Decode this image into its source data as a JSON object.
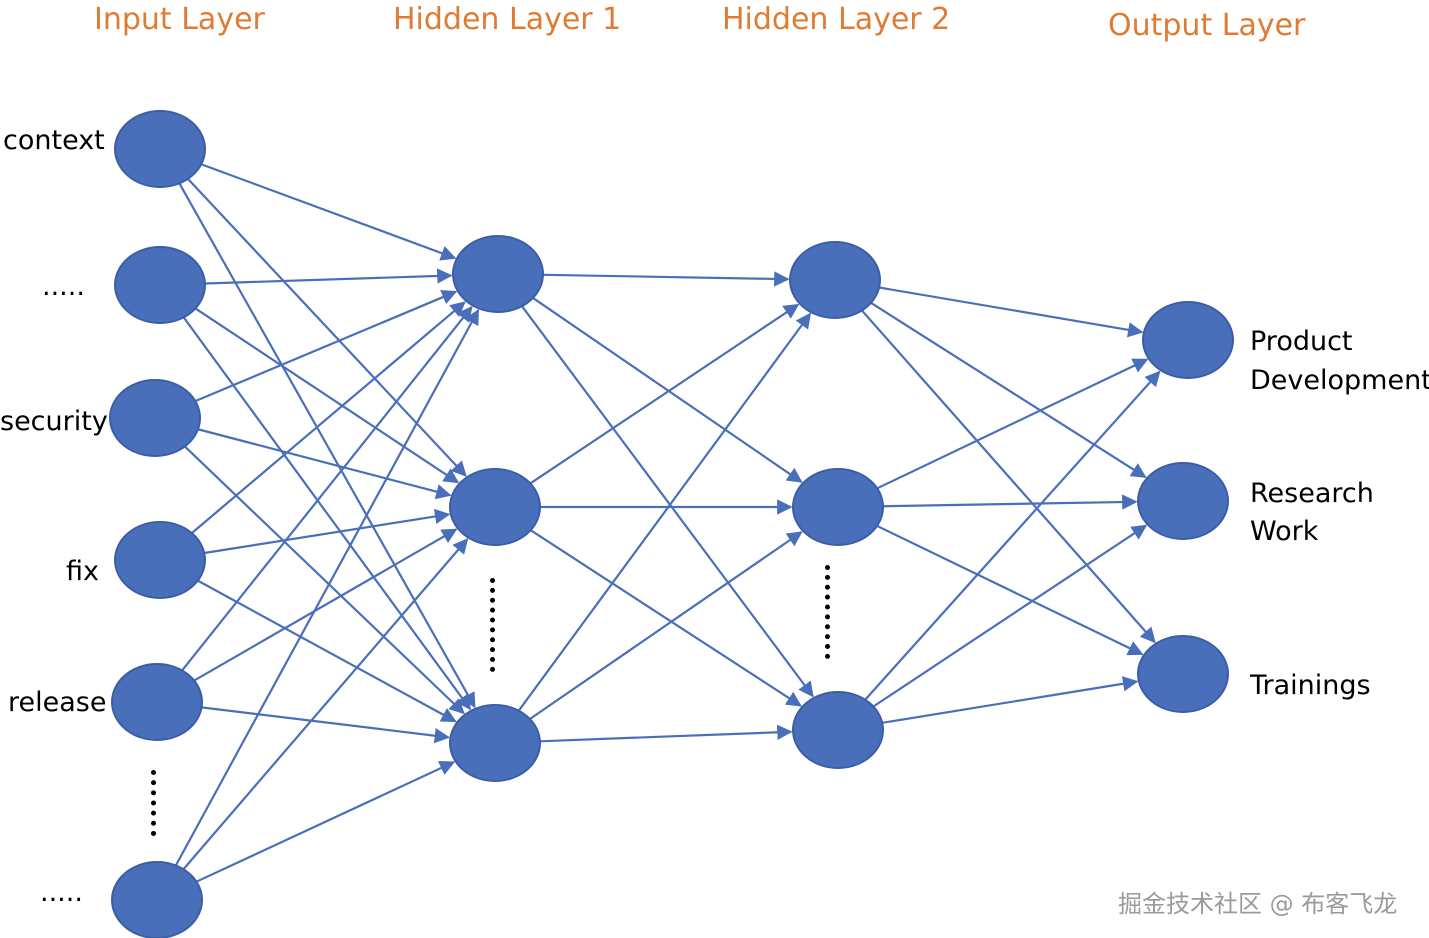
{
  "layers": {
    "input": {
      "title": "Input Layer"
    },
    "hidden1": {
      "title": "Hidden Layer 1"
    },
    "hidden2": {
      "title": "Hidden Layer 2"
    },
    "output": {
      "title": "Output Layer"
    }
  },
  "input_labels": [
    "context",
    ".....",
    "security",
    "fix",
    "release",
    "....."
  ],
  "output_labels": [
    [
      "Product",
      "Development"
    ],
    [
      "Research",
      "Work"
    ],
    [
      "Trainings"
    ]
  ],
  "colors": {
    "node_fill": "#4a6fba",
    "node_stroke": "#3a5ea6",
    "edge": "#4a6fba",
    "title": "#e07b34"
  },
  "watermark": "掘金技术社区 @ 布客飞龙"
}
